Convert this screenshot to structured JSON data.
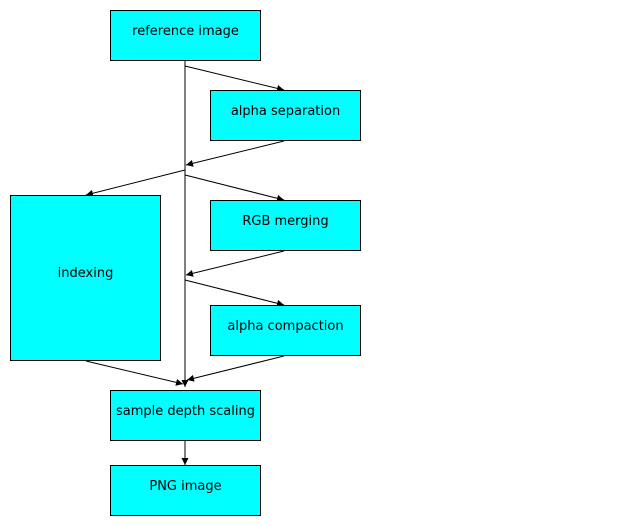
{
  "diagram": {
    "nodes": {
      "reference_image": "reference image",
      "alpha_separation": "alpha separation",
      "indexing": "indexing",
      "rgb_merging": "RGB merging",
      "alpha_compaction": "alpha compaction",
      "sample_depth_scaling": "sample depth scaling",
      "png_image": "PNG image"
    },
    "edges": [
      [
        "reference_image",
        "alpha_separation"
      ],
      [
        "alpha_separation",
        "indexing"
      ],
      [
        "reference_image",
        "rgb_merging"
      ],
      [
        "rgb_merging",
        "alpha_compaction"
      ],
      [
        "indexing",
        "sample_depth_scaling"
      ],
      [
        "alpha_compaction",
        "sample_depth_scaling"
      ],
      [
        "reference_image",
        "sample_depth_scaling"
      ],
      [
        "sample_depth_scaling",
        "png_image"
      ]
    ],
    "colors": {
      "node_fill": "#00ffff",
      "node_border": "#000000",
      "edge": "#000000"
    }
  }
}
